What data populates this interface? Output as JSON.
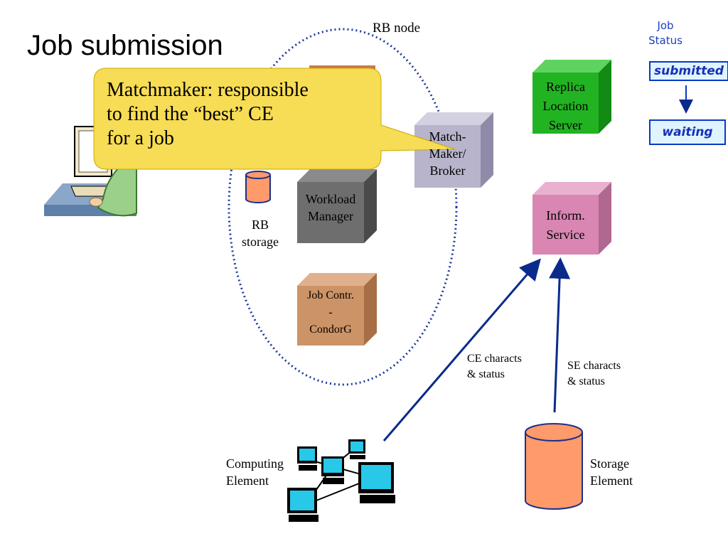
{
  "slide_title": "Job submission",
  "rb_node_label": "RB node",
  "callout": {
    "line1": "Matchmaker: responsible",
    "line2": "to find the “best” CE",
    "line3": "for a job"
  },
  "matchmaker": {
    "line1": "Match-",
    "line2": "Maker/",
    "line3": "Broker"
  },
  "workload_manager": {
    "line1": "Workload",
    "line2": "Manager"
  },
  "job_controller": {
    "line1": "Job Contr.",
    "line2": "-",
    "line3": "CondorG"
  },
  "rb_storage": {
    "line1": "RB",
    "line2": "storage"
  },
  "replica_location_server": {
    "line1": "Replica",
    "line2": "Location",
    "line3": "Server"
  },
  "information_service": {
    "line1": "Inform.",
    "line2": "Service"
  },
  "ce_arrow_label": {
    "line1": "CE characts",
    "line2": "& status"
  },
  "se_arrow_label": {
    "line1": "SE characts",
    "line2": "& status"
  },
  "computing_element": {
    "line1": "Computing",
    "line2": "Element"
  },
  "storage_element": {
    "line1": "Storage",
    "line2": "Element"
  },
  "job_status": {
    "title_line1": "Job",
    "title_line2": "Status",
    "states": [
      "submitted",
      "waiting"
    ]
  },
  "colors": {
    "accent_blue": "#0a2a8c",
    "replica_green": "#22b322",
    "inform_pink": "#d986b3",
    "workload_gray": "#6e6e6e",
    "matchmaker_lavender": "#b7b4cc",
    "jobcontr_tan": "#cc9366",
    "storage_orange": "#ff9a6a",
    "callout_yellow": "#f7dc55"
  }
}
